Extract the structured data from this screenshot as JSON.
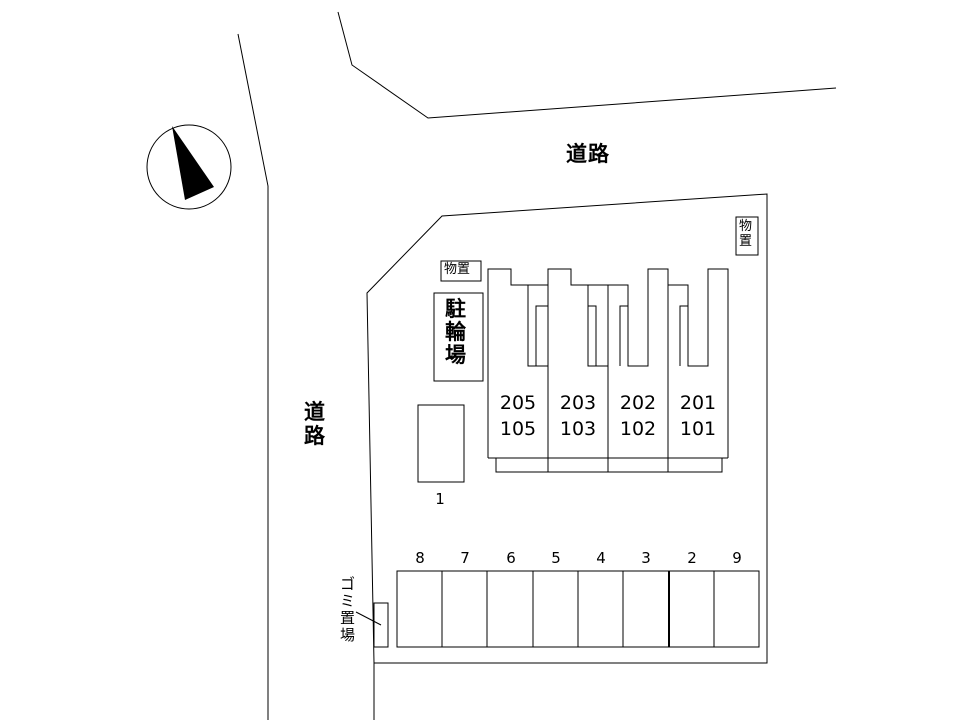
{
  "map": {
    "road_top": "道路",
    "road_left": "道路",
    "storage_top_left": "物置",
    "storage_top_right": "物置",
    "bicycle_parking": "駐輪場",
    "garbage_area": "ゴミ置場",
    "compass": {
      "north_arrow_icon": "north-arrow-icon"
    },
    "units": [
      {
        "upper": "205",
        "lower": "105"
      },
      {
        "upper": "203",
        "lower": "103"
      },
      {
        "upper": "202",
        "lower": "102"
      },
      {
        "upper": "201",
        "lower": "101"
      }
    ],
    "parking_single": "1",
    "parking_row": [
      "8",
      "7",
      "6",
      "5",
      "4",
      "3",
      "2",
      "9"
    ]
  }
}
